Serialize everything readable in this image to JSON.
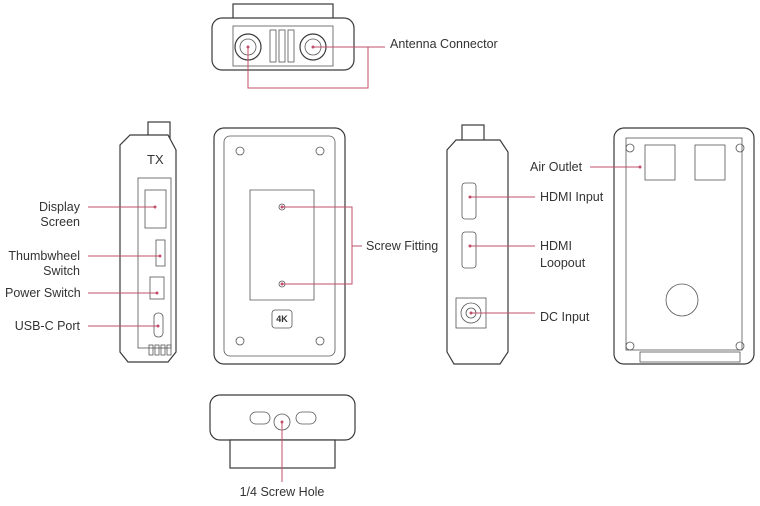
{
  "labels": {
    "antenna_connector": "Antenna Connector",
    "display_screen_1": "Display",
    "display_screen_2": "Screen",
    "thumbwheel_1": "Thumbwheel",
    "thumbwheel_2": "Switch",
    "power_switch": "Power Switch",
    "usbc_port": "USB-C Port",
    "screw_fitting": "Screw Fitting",
    "hdmi_input": "HDMI Input",
    "hdmi_loopout_1": "HDMI",
    "hdmi_loopout_2": "Loopout",
    "dc_input": "DC Input",
    "air_outlet": "Air Outlet",
    "screw_hole": "1/4 Screw Hole"
  },
  "device": {
    "side_mark": "TX",
    "front_badge": "4K"
  },
  "colors": {
    "leader": "#c0506a",
    "outline": "#3a3a3a"
  }
}
